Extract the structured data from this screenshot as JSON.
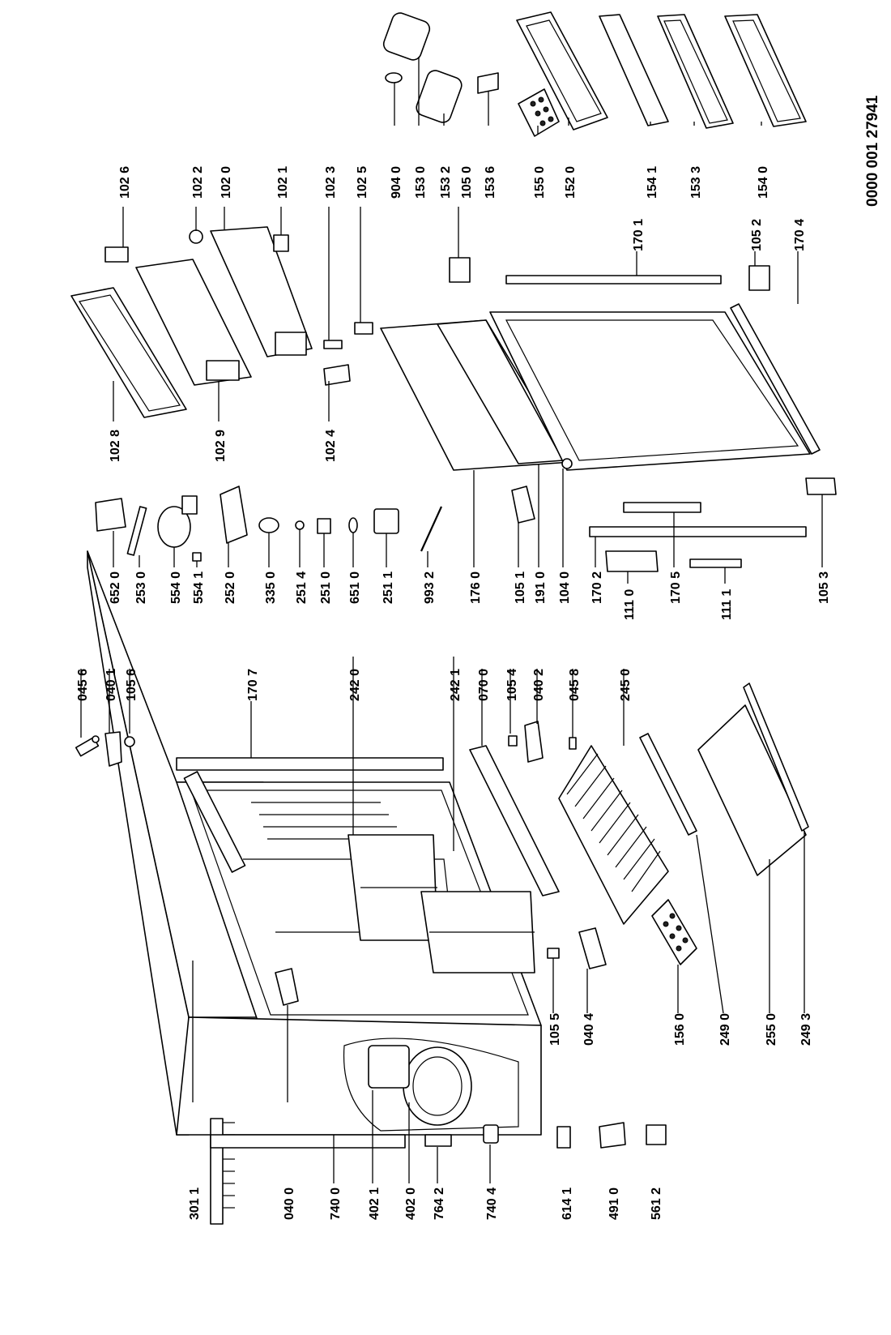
{
  "drawing_ref": "0000 001 27941",
  "labels": {
    "p0456": "045 6",
    "p0401": "040 1",
    "p1056": "105 6",
    "p1707": "170 7",
    "p2420": "242 0",
    "p2421": "242 1",
    "p0700": "070 0",
    "p1054": "105 4",
    "p0402": "040 2",
    "p0458": "045 8",
    "p2450": "245 0",
    "p3011": "301 1",
    "p0400": "040 0",
    "p7400": "740 0",
    "p4021": "402 1",
    "p4020": "402 0",
    "p7642": "764 2",
    "p7404": "740 4",
    "p1055": "105 5",
    "p0404": "040 4",
    "p1560": "156 0",
    "p2490": "249 0",
    "p2550": "255 0",
    "p2493": "249 3",
    "p6141": "614 1",
    "p4910": "491 0",
    "p5612": "561 2",
    "p6520": "652 0",
    "p2530": "253 0",
    "p5540": "554 0",
    "p5541": "554 1",
    "p2520": "252 0",
    "p3350": "335 0",
    "p2514": "251 4",
    "p2510": "251 0",
    "p6510": "651 0",
    "p2511": "251 1",
    "p9932": "993 2",
    "p1760": "176 0",
    "p1051": "105 1",
    "p1910": "191 0",
    "p1040": "104 0",
    "p1702": "170 2",
    "p1110": "111 0",
    "p1705": "170 5",
    "p1111": "111 1",
    "p1053": "105 3",
    "p1028": "102 8",
    "p1029": "102 9",
    "p1024": "102 4",
    "p1026": "102 6",
    "p1022": "102 2",
    "p1020": "102 0",
    "p1021": "102 1",
    "p1023": "102 3",
    "p1025": "102 5",
    "p9040": "904 0",
    "p1530": "153 0",
    "p1532": "153 2",
    "p1050": "105 0",
    "p1536": "153 6",
    "p1550": "155 0",
    "p1520": "152 0",
    "p1541": "154 1",
    "p1533": "153 3",
    "p1540": "154 0",
    "p1701": "170 1",
    "p1052": "105 2",
    "p1704": "170 4"
  }
}
